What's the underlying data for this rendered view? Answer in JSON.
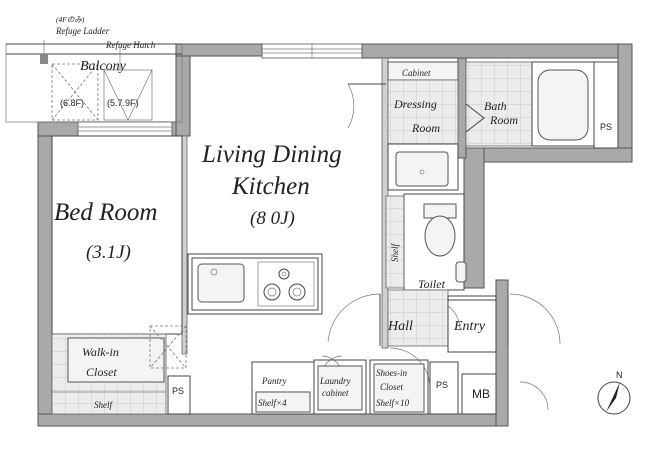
{
  "labels": {
    "refuge_floor": "(4Fのみ)",
    "refuge_ladder": "Refuge Ladder",
    "refuge_hatch": "Refuge Hatch",
    "balcony": "Balcony",
    "balcony_note_a": "(6.8F)",
    "balcony_note_b": "(5.7.9F)",
    "ldk_line1": "Living Dining",
    "ldk_line2": "Kitchen",
    "ldk_size": "(8 0J)",
    "bedroom": "Bed Room",
    "bedroom_size": "(3.1J)",
    "cabinet": "Cabinet",
    "dressing_line1": "Dressing",
    "dressing_line2": "Room",
    "bath_line1": "Bath",
    "bath_line2": "Room",
    "ps_bath": "PS",
    "shelf_vertical": "Shelf",
    "toilet": "Toilet",
    "hall": "Hall",
    "entry": "Entry",
    "walkin_line1": "Walk-in",
    "walkin_line2": "Closet",
    "shelf_bottom": "Shelf",
    "ps_bottom": "PS",
    "pantry": "Pantry",
    "pantry_shelf": "Shelf×4",
    "laundry_line1": "Laundry",
    "laundry_line2": "cabinet",
    "shoes_line1": "Shoes-in",
    "shoes_line2": "Closet",
    "shoes_shelf": "Shelf×10",
    "ps_entry": "PS",
    "mb": "MB",
    "north": "N"
  },
  "colors": {
    "wall": "#a9a9a9",
    "outline": "#444444",
    "tile": "#dcdcdc"
  }
}
